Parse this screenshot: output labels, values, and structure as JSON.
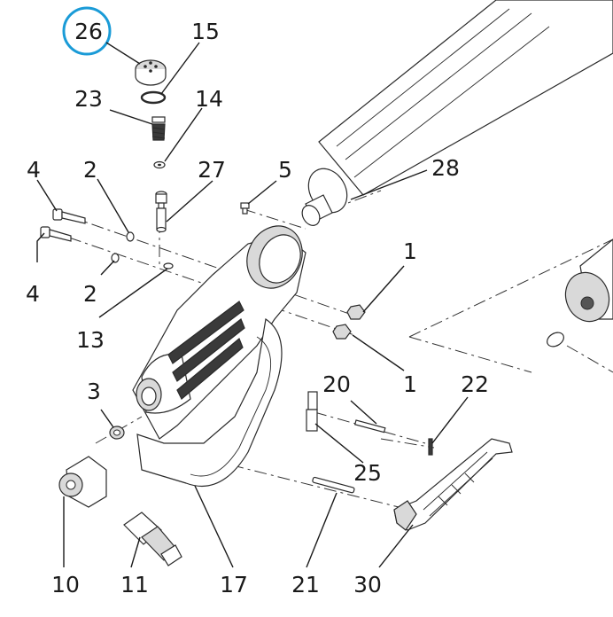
{
  "highlight": {
    "label": "26",
    "ring_color": "#1a9bd7"
  },
  "callouts": [
    {
      "id": "c15",
      "label": "15"
    },
    {
      "id": "c23",
      "label": "23"
    },
    {
      "id": "c14",
      "label": "14"
    },
    {
      "id": "c4a",
      "label": "4"
    },
    {
      "id": "c2a",
      "label": "2"
    },
    {
      "id": "c27",
      "label": "27"
    },
    {
      "id": "c5",
      "label": "5"
    },
    {
      "id": "c28",
      "label": "28"
    },
    {
      "id": "c4b",
      "label": "4"
    },
    {
      "id": "c2b",
      "label": "2"
    },
    {
      "id": "c1a",
      "label": "1"
    },
    {
      "id": "c13",
      "label": "13"
    },
    {
      "id": "c1b",
      "label": "1"
    },
    {
      "id": "c3",
      "label": "3"
    },
    {
      "id": "c20",
      "label": "20"
    },
    {
      "id": "c22",
      "label": "22"
    },
    {
      "id": "c25",
      "label": "25"
    },
    {
      "id": "c10",
      "label": "10"
    },
    {
      "id": "c11",
      "label": "11"
    },
    {
      "id": "c17",
      "label": "17"
    },
    {
      "id": "c21",
      "label": "21"
    },
    {
      "id": "c30",
      "label": "30"
    }
  ]
}
